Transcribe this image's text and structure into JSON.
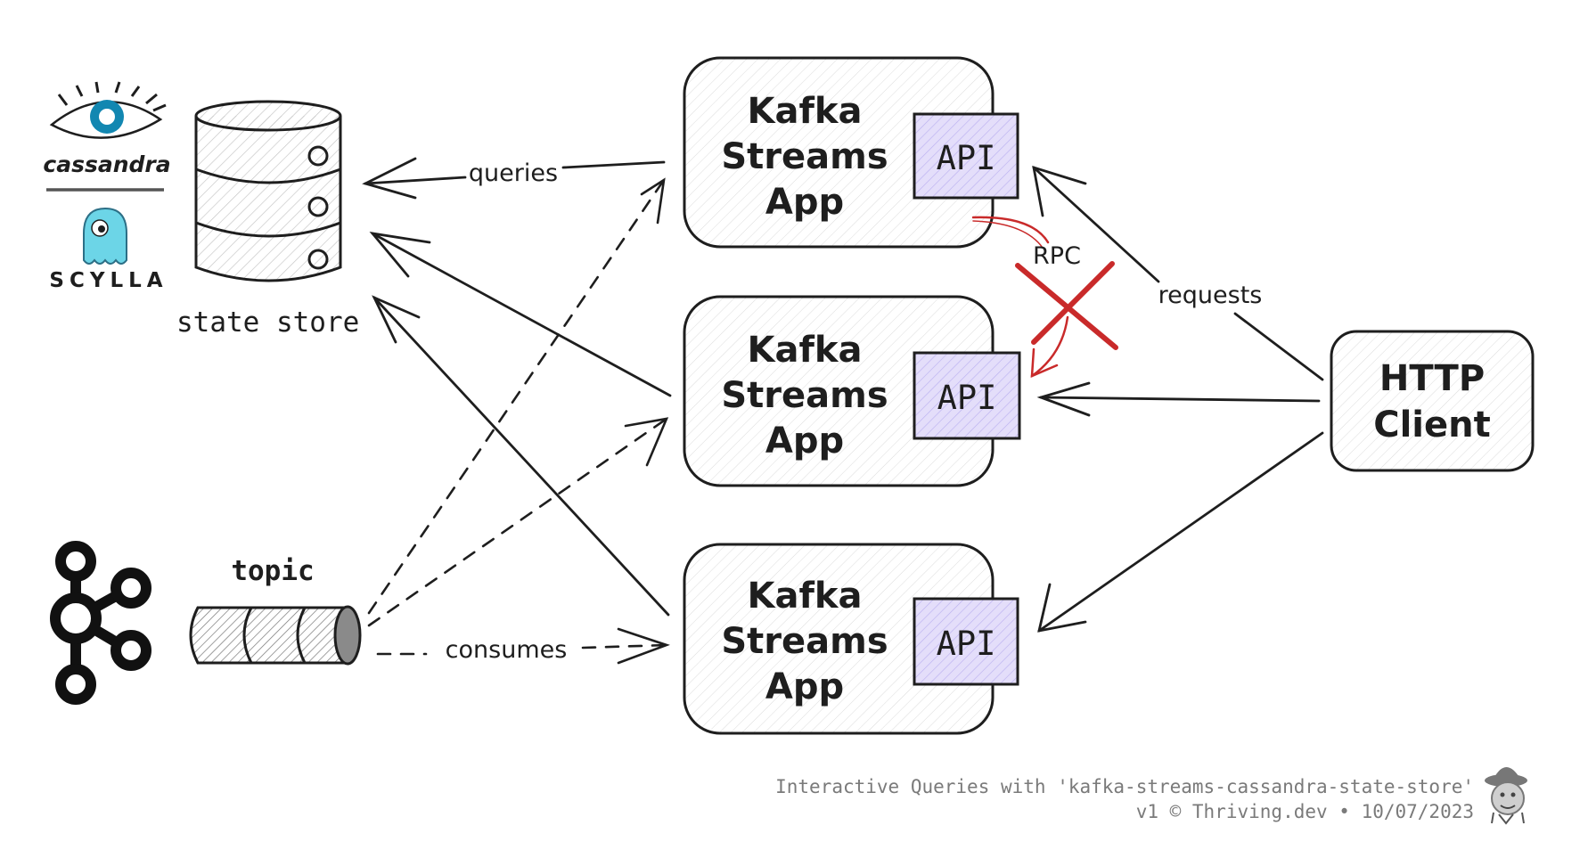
{
  "nodes": {
    "state_store": {
      "label": "state store"
    },
    "topic": {
      "label": "topic"
    },
    "apps": [
      {
        "label_lines": [
          "Kafka",
          "Streams",
          "App"
        ],
        "api_label": "API"
      },
      {
        "label_lines": [
          "Kafka",
          "Streams",
          "App"
        ],
        "api_label": "API"
      },
      {
        "label_lines": [
          "Kafka",
          "Streams",
          "App"
        ],
        "api_label": "API"
      }
    ],
    "http_client": {
      "label_lines": [
        "HTTP",
        "Client"
      ]
    }
  },
  "logos": {
    "cassandra": {
      "label": "cassandra",
      "icon": "cassandra-eye-icon"
    },
    "scylla": {
      "label": "SCYLLA",
      "icon": "scylla-monster-icon"
    },
    "kafka": {
      "icon": "kafka-logo-icon"
    }
  },
  "edges": {
    "queries": "queries",
    "consumes": "consumes",
    "requests": "requests",
    "rpc": "RPC"
  },
  "footer": {
    "line1": "Interactive Queries with 'kafka-streams-cassandra-state-store'",
    "line2": "v1 © Thriving.dev • 10/07/2023"
  },
  "colors": {
    "stroke": "#1e1e1e",
    "api_fill": "#d0c8f5",
    "rpc": "#c92a2a",
    "cassandra_blue": "#1287b1",
    "scylla_cyan": "#6cd5e7"
  }
}
